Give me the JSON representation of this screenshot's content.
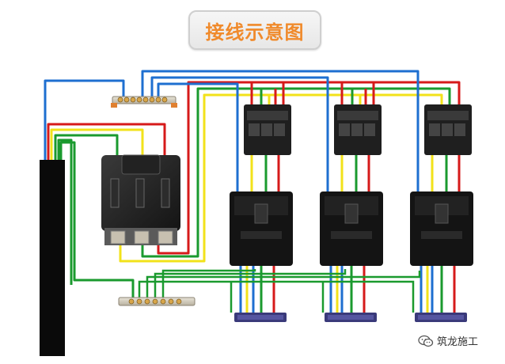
{
  "title": "接线示意图",
  "watermark": {
    "text": "筑龙施工",
    "icon": "wechat-icon"
  },
  "wire_colors": {
    "blue": "#1e6fd0",
    "green": "#1a9a2e",
    "yellow": "#f2e21a",
    "red": "#d61a1a",
    "title_orange": "#f08a2b"
  },
  "components": {
    "incoming_cable": "incoming-cable",
    "main_switch": "main-knife-switch",
    "neutral_bar": "neutral-terminal-bar",
    "ground_bar": "ground-terminal-bar",
    "fuse_units": 3,
    "breakers": 3,
    "output_blocks": 3
  }
}
